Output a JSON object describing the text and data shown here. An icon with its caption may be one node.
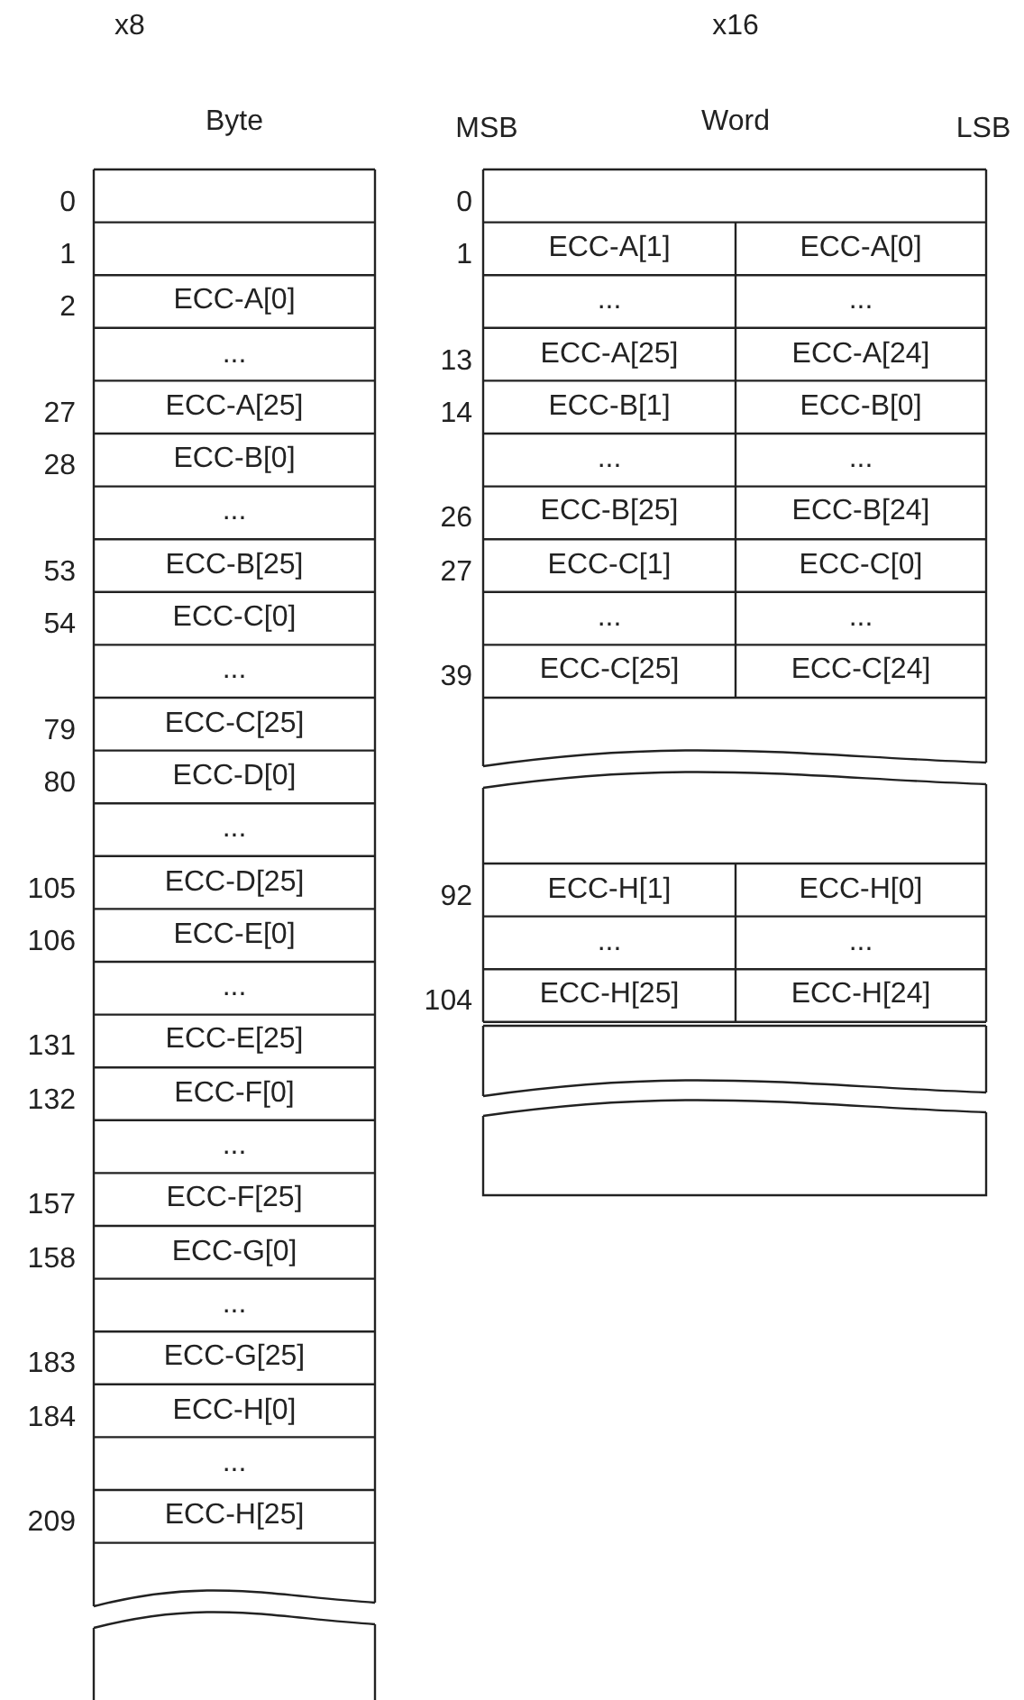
{
  "diagram": {
    "labels": [
      "x8",
      "x16",
      "Byte",
      "MSB",
      "Word",
      "LSB",
      "0",
      "1",
      "2",
      "ECC-A[0]",
      "...",
      "27",
      "ECC-A[25]",
      "28",
      "ECC-B[0]",
      "...",
      "53",
      "ECC-B[25]",
      "54",
      "ECC-C[0]",
      "...",
      "79",
      "ECC-C[25]",
      "80",
      "ECC-D[0]",
      "...",
      "105",
      "ECC-D[25]",
      "106",
      "ECC-E[0]",
      "...",
      "131",
      "ECC-E[25]",
      "132",
      "ECC-F[0]",
      "...",
      "157",
      "ECC-F[25]",
      "158",
      "ECC-G[0]",
      "...",
      "183",
      "ECC-G[25]",
      "184",
      "ECC-H[0]",
      "...",
      "209",
      "ECC-H[25]",
      "0",
      "1",
      "ECC-A[1]",
      "ECC-A[0]",
      "...",
      "...",
      "13",
      "ECC-A[25]",
      "ECC-A[24]",
      "14",
      "ECC-B[1]",
      "ECC-B[0]",
      "...",
      "...",
      "26",
      "ECC-B[25]",
      "ECC-B[24]",
      "27",
      "ECC-C[1]",
      "ECC-C[0]",
      "...",
      "...",
      "39",
      "ECC-C[25]",
      "ECC-C[24]",
      "92",
      "ECC-H[1]",
      "ECC-H[0]",
      "...",
      "...",
      "104",
      "ECC-H[25]",
      "ECC-H[24]"
    ]
  }
}
